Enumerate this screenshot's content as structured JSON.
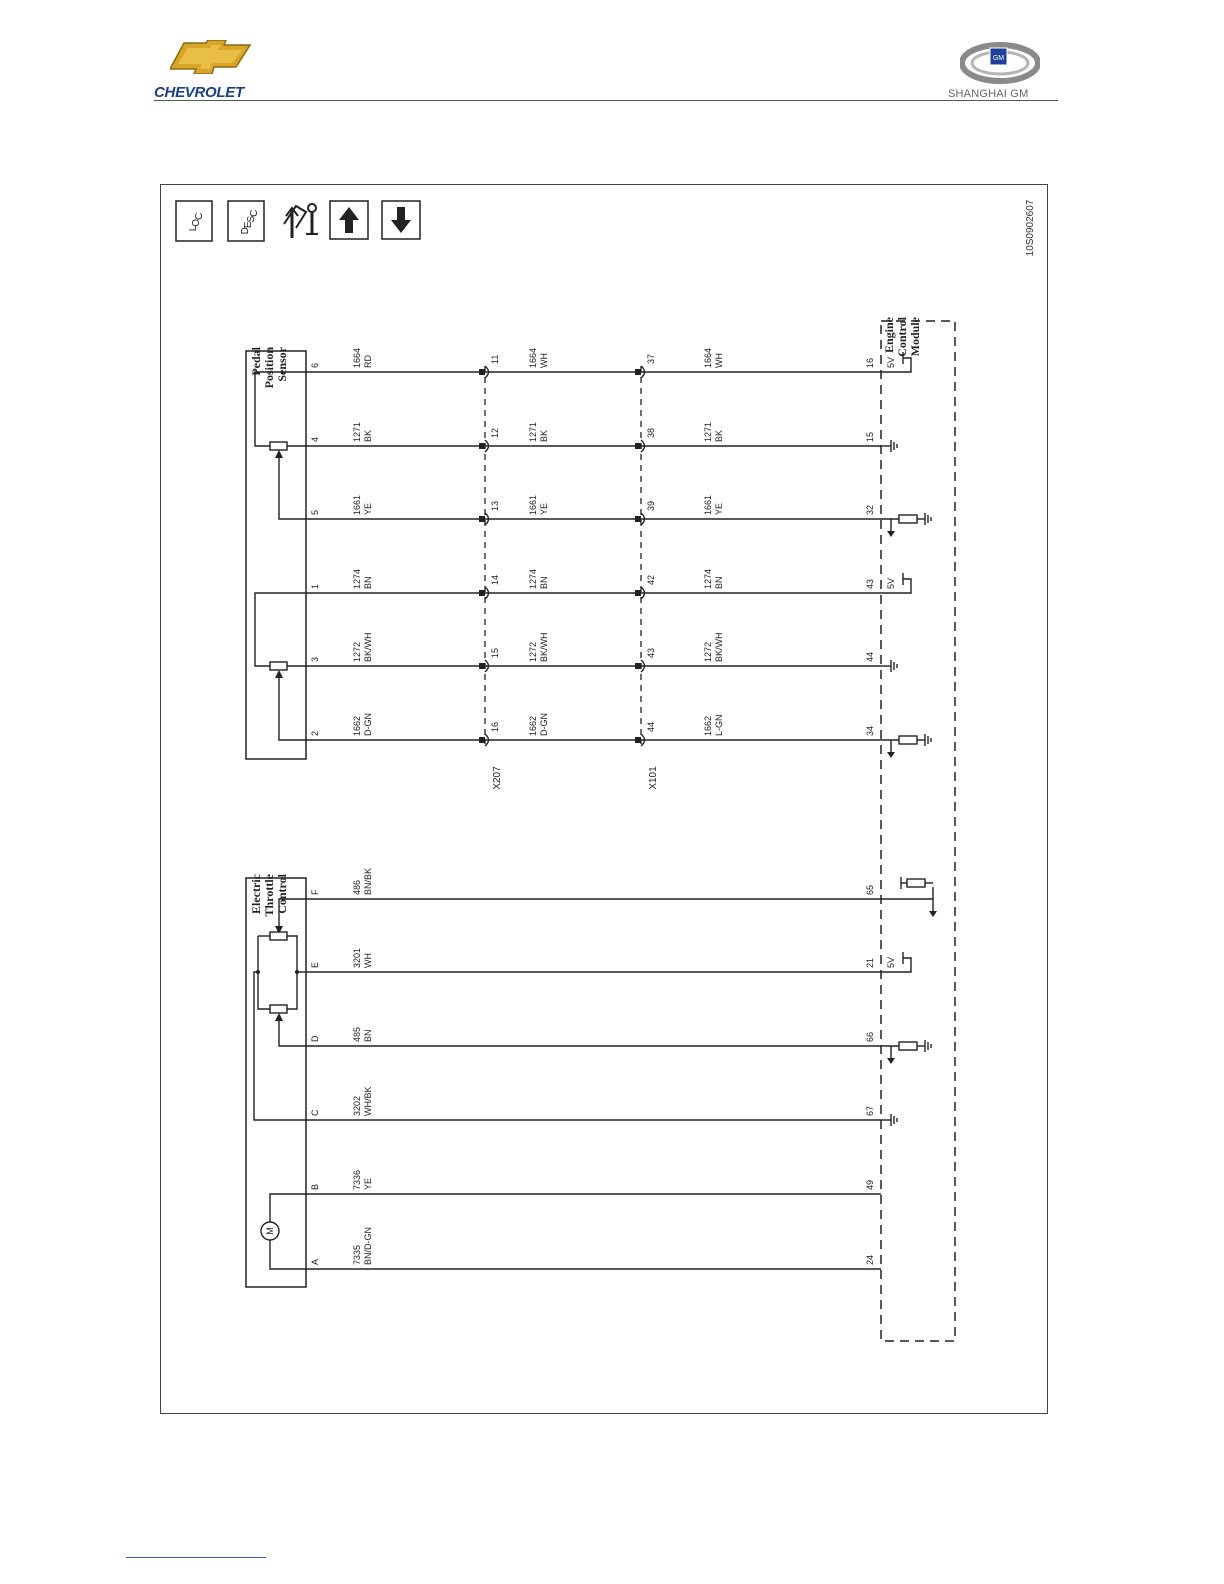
{
  "header": {
    "brand_name": "CHEVROLET",
    "partner_name": "SHANGHAI GM",
    "partner_badge": "GM"
  },
  "toolbar": {
    "loc_label": "LOC",
    "desc_label": "DESC"
  },
  "diagram_id": "10S0902607",
  "components": {
    "pedal": "Pedal Position Sensor",
    "throttle": "Electric Throttle Control",
    "ecm": "Engine Control Module"
  },
  "connectors": {
    "first": "X207",
    "second": "X101"
  },
  "supply_label": "5V",
  "motor_label": "M",
  "pedal_circuits": [
    {
      "pin": "6",
      "circuit": "1664",
      "color": "RD",
      "x207_pin": "11",
      "circuit_b": "1664",
      "color_b": "WH",
      "x101_pin": "37",
      "circuit_c": "1664",
      "color_c": "WH",
      "ecm_pin": "16"
    },
    {
      "pin": "4",
      "circuit": "1271",
      "color": "BK",
      "x207_pin": "12",
      "circuit_b": "1271",
      "color_b": "BK",
      "x101_pin": "38",
      "circuit_c": "1271",
      "color_c": "BK",
      "ecm_pin": "15"
    },
    {
      "pin": "5",
      "circuit": "1661",
      "color": "YE",
      "x207_pin": "13",
      "circuit_b": "1661",
      "color_b": "YE",
      "x101_pin": "39",
      "circuit_c": "1661",
      "color_c": "YE",
      "ecm_pin": "32"
    },
    {
      "pin": "1",
      "circuit": "1274",
      "color": "BN",
      "x207_pin": "14",
      "circuit_b": "1274",
      "color_b": "BN",
      "x101_pin": "42",
      "circuit_c": "1274",
      "color_c": "BN",
      "ecm_pin": "43"
    },
    {
      "pin": "3",
      "circuit": "1272",
      "color": "BK/WH",
      "x207_pin": "15",
      "circuit_b": "1272",
      "color_b": "BK/WH",
      "x101_pin": "43",
      "circuit_c": "1272",
      "color_c": "BK/WH",
      "ecm_pin": "44"
    },
    {
      "pin": "2",
      "circuit": "1662",
      "color": "D-GN",
      "x207_pin": "16",
      "circuit_b": "1662",
      "color_b": "D-GN",
      "x101_pin": "44",
      "circuit_c": "1662",
      "color_c": "L-GN",
      "ecm_pin": "34"
    }
  ],
  "throttle_circuits": [
    {
      "pin": "F",
      "circuit": "486",
      "color": "BN/BK",
      "ecm_pin": "65"
    },
    {
      "pin": "E",
      "circuit": "3201",
      "color": "WH",
      "ecm_pin": "21"
    },
    {
      "pin": "D",
      "circuit": "485",
      "color": "BN",
      "ecm_pin": "66"
    },
    {
      "pin": "C",
      "circuit": "3202",
      "color": "WH/BK",
      "ecm_pin": "67"
    },
    {
      "pin": "B",
      "circuit": "7336",
      "color": "YE",
      "ecm_pin": "49"
    },
    {
      "pin": "A",
      "circuit": "7335",
      "color": "BN/D-GN",
      "ecm_pin": "24"
    }
  ]
}
